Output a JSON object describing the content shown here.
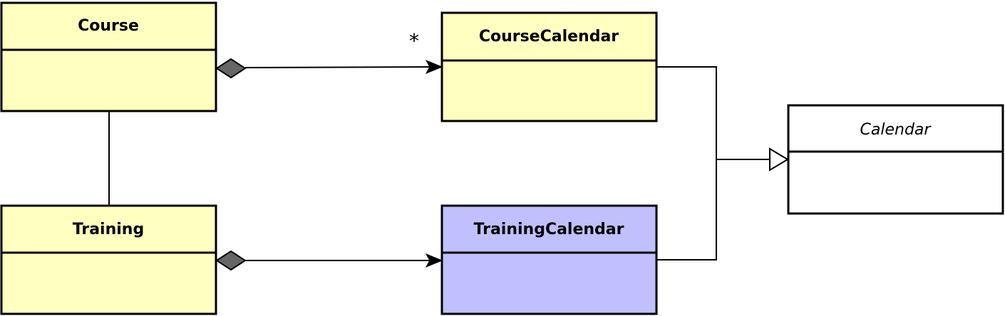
{
  "classes": {
    "course": {
      "name": "Course",
      "fill": "#ffffc0",
      "abstract": false
    },
    "course_calendar": {
      "name": "CourseCalendar",
      "fill": "#ffffc0",
      "abstract": false
    },
    "training": {
      "name": "Training",
      "fill": "#ffffc0",
      "abstract": false
    },
    "training_calendar": {
      "name": "TrainingCalendar",
      "fill": "#c0c0ff",
      "abstract": false
    },
    "calendar": {
      "name": "Calendar",
      "fill": "#ffffff",
      "abstract": true
    }
  },
  "relations": {
    "course_to_course_calendar": {
      "kind": "composition",
      "target_multiplicity": "*"
    },
    "training_to_training_calendar": {
      "kind": "composition"
    },
    "course_training": {
      "kind": "association"
    },
    "calendars_to_calendar": {
      "kind": "generalization"
    }
  },
  "colors": {
    "stroke": "#000000",
    "diamond": "#666666"
  }
}
